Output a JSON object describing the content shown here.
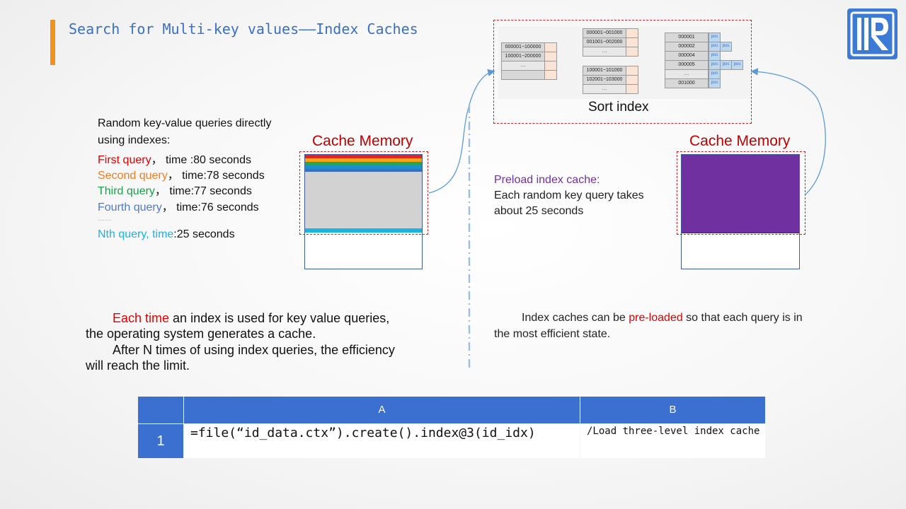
{
  "title": "Search for Multi-key values——Index Caches",
  "left": {
    "intro_line1": "Random key-value queries directly",
    "intro_line2": "using indexes:",
    "q1_label": "First query",
    "q1_time": "，  time :80 seconds",
    "q2_label": "Second query",
    "q2_time": "，  time:78 seconds",
    "q3_label": "Third query",
    "q3_time": "，  time:77 seconds",
    "q4_label": "Fourth query",
    "q4_time": "，  time:76 seconds",
    "ellipsis": "……",
    "qn_label": "Nth query, time",
    "qn_time": ":25 seconds",
    "cache_title": "Cache Memory",
    "para_highlight": "Each time",
    "para_line1_rest": " an index is used for key value queries,",
    "para_line2": "the operating system generates a cache.",
    "para_line3": "After N times of using index queries, the efficiency",
    "para_line4": "will reach the limit."
  },
  "right": {
    "preload_label": "Preload index cache:",
    "preload_line1": "Each random key query takes",
    "preload_line2": "about 25 seconds",
    "cache_title": "Cache Memory",
    "sort_index_label": "Sort index",
    "para_line1_a": "Index caches can be ",
    "para_highlight": "pre-loaded",
    "para_line1_b": " so that each query is in",
    "para_line2": "the most efficient state."
  },
  "sort_index": {
    "level1": [
      "000001~100000",
      "100001~200000",
      "…"
    ],
    "level2a": [
      "000001~001000",
      "001001~002000",
      "…"
    ],
    "level2b": [
      "100001~101000",
      "102001~103000",
      "…"
    ],
    "level3": [
      "000001",
      "000002",
      "000004",
      "000005",
      "…",
      "001000"
    ],
    "pos": "pos"
  },
  "grid": {
    "col_a": "A",
    "col_b": "B",
    "row_num": "1",
    "cell_a1": "=file(“id_data.ctx”).create().index@3(id_idx)",
    "cell_b1": "/Load three-level index cache"
  },
  "colors": {
    "accent": "#f0921c",
    "title_blue": "#3a6fc4",
    "header_blue": "#3b6fd0",
    "cache_red": "#c00000",
    "preload_purple": "#7030a0"
  }
}
